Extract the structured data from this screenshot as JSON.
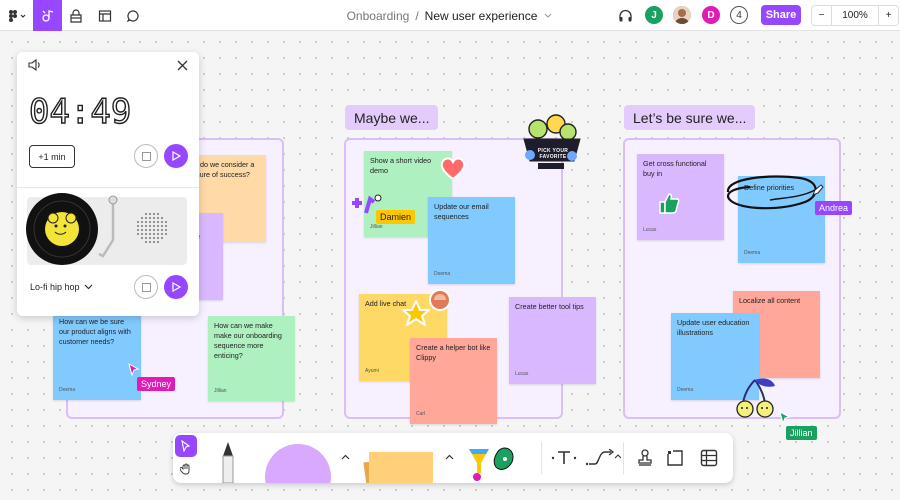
{
  "header": {
    "breadcrumb": "Onboarding",
    "separator": "/",
    "title": "New user experience",
    "share_label": "Share",
    "zoom_value": "100%",
    "zoom_minus": "−",
    "zoom_plus": "+",
    "avatars": [
      {
        "letter": "J",
        "color": "#1aa160"
      },
      {
        "letter": "",
        "color": "#b3835e"
      },
      {
        "letter": "D",
        "color": "#e11bb8"
      }
    ],
    "participant_count": "4"
  },
  "sections": [
    {
      "title": ""
    },
    {
      "title": "Maybe we..."
    },
    {
      "title": "Let’s be sure we..."
    }
  ],
  "stickies_left": [
    {
      "text": "t do we consider a sure of success?",
      "author": ""
    },
    {
      "text": "e",
      "author": ""
    },
    {
      "text": "How can we be sure our product aligns with customer needs?",
      "author": "Deema"
    },
    {
      "text": "How can we make make our onboarding sequence more enticing?",
      "author": "Jillian"
    }
  ],
  "stickies_mid": [
    {
      "text": "Show a short video demo",
      "author": "Jillian"
    },
    {
      "text": "Update our email sequences",
      "author": "Deema"
    },
    {
      "text": "Add live chat",
      "author": "Ayumi"
    },
    {
      "text": "Create a helper bot like Clippy",
      "author": "Carl"
    },
    {
      "text": "Create better tool tips",
      "author": "Lucas"
    }
  ],
  "stickies_right": [
    {
      "text": "Get cross functional buy in",
      "author": "Lucas"
    },
    {
      "text": "Define priorities",
      "author": "Deema"
    },
    {
      "text": "Localize all content",
      "author": ""
    },
    {
      "text": "Update user education illustrations",
      "author": "Deema"
    }
  ],
  "cursors": [
    {
      "name": "Damien",
      "color": "#ffc700",
      "text_color": "#222222"
    },
    {
      "name": "Andrea",
      "color": "#9747ff",
      "text_color": "#ffffff"
    },
    {
      "name": "Sydney",
      "color": "#e11bb8",
      "text_color": "#ffffff"
    },
    {
      "name": "Jillian",
      "color": "#1aa160",
      "text_color": "#ffffff"
    }
  ],
  "sticker_text": "PICK YOUR FAVORITE",
  "timer": {
    "time": "04:49",
    "add_label": "+1 min",
    "music_genre": "Lo-fi hip hop"
  },
  "colors": {
    "accent": "#9747ff"
  }
}
